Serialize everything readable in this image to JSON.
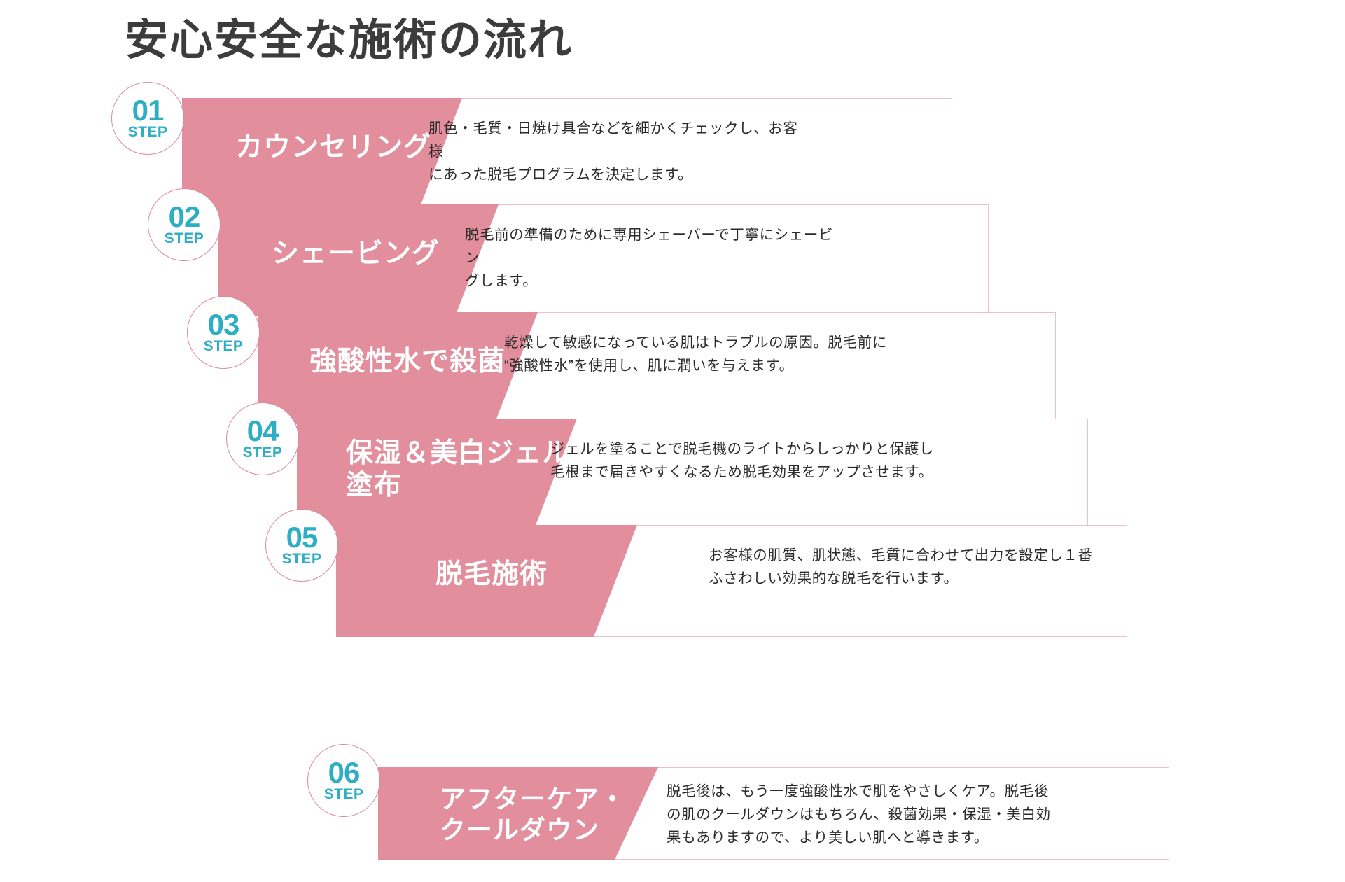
{
  "header": {
    "title": "安心安全な施術の流れ"
  },
  "colors": {
    "pink": "#e28e9d",
    "pink_border": "#eebfc7",
    "circle_border": "#d98b9c",
    "teal": "#2eaec2",
    "title_text": "#3c3c3c",
    "body_text": "#2b2b2b",
    "background": "#ffffff"
  },
  "steps": [
    {
      "number": "01",
      "word": "STEP",
      "title": "カウンセリング",
      "description": "肌色・毛質・日焼け具合などを細かくチェックし、お客様\nにあった脱毛プログラムを決定します。"
    },
    {
      "number": "02",
      "word": "STEP",
      "title": "シェービング",
      "description": "脱毛前の準備のために専用シェーバーで丁寧にシェービン\nグします。"
    },
    {
      "number": "03",
      "word": "STEP",
      "title": "強酸性水で殺菌",
      "description": "乾燥して敏感になっている肌はトラブルの原因。脱毛前に\n“強酸性水”を使用し、肌に潤いを与えます。"
    },
    {
      "number": "04",
      "word": "STEP",
      "title": "保湿＆美白ジェルを\n塗布",
      "description": "ジェルを塗ることで脱毛機のライトからしっかりと保護し\n毛根まで届きやすくなるため脱毛効果をアップさせます。"
    },
    {
      "number": "05",
      "word": "STEP",
      "title": "脱毛施術",
      "description": "お客様の肌質、肌状態、毛質に合わせて出力を設定し１番\nふさわしい効果的な脱毛を行います。"
    },
    {
      "number": "06",
      "word": "STEP",
      "title": "アフターケア・\nクールダウン",
      "description": "脱毛後は、もう一度強酸性水で肌をやさしくケア。脱毛後\nの肌のクールダウンはもちろん、殺菌効果・保湿・美白効\n果もありますので、より美しい肌へと導きます。"
    }
  ]
}
